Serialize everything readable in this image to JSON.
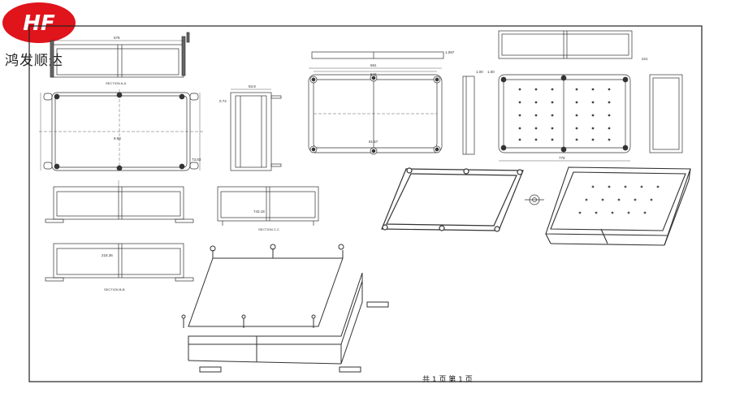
{
  "brand": {
    "logo_letters": "HF",
    "company_name": "鸿发顺达",
    "logo_color": "#e0141b"
  },
  "drawing": {
    "page_footer": "共 1 页  第 1 页",
    "sections": {
      "section_aa": "SECTION A-A",
      "section_bb": "SECTION B-B",
      "section_cc": "SECTION C-C"
    },
    "dimensions": {
      "top_len": "578",
      "plan_w": "9.58",
      "height_small": "0.74",
      "height_side": "93.8",
      "dim_cc": "743.18",
      "dim_bb": "218.36",
      "dim_side": "73.83",
      "dim_lid_w": "581",
      "dim_lid_in": "547",
      "dim_bottom_w": "776",
      "dim_side_thk": "1.00",
      "dim_lip": "1.097",
      "dim_lid_thk": "1.00",
      "dim_inner": "81.57",
      "dim_b3": "221"
    }
  }
}
